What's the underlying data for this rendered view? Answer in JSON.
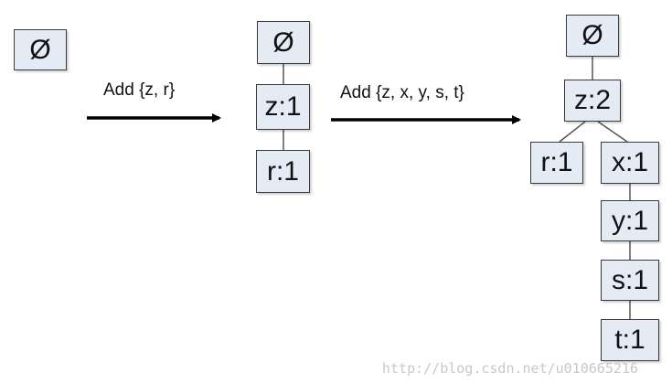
{
  "steps": {
    "step1_label": "Add {z, r}",
    "step2_label": "Add {z, x, y, s, t}"
  },
  "tree0": {
    "root": "Ø"
  },
  "tree1": {
    "root": "Ø",
    "z": "z:1",
    "r": "r:1"
  },
  "tree2": {
    "root": "Ø",
    "z": "z:2",
    "r": "r:1",
    "x": "x:1",
    "y": "y:1",
    "s": "s:1",
    "t": "t:1"
  },
  "watermark": "http://blog.csdn.net/u010665216",
  "colors": {
    "node_fill": "#e4ebf4",
    "node_border": "#3a3a3a",
    "connector": "#555555",
    "arrow": "#000000"
  }
}
